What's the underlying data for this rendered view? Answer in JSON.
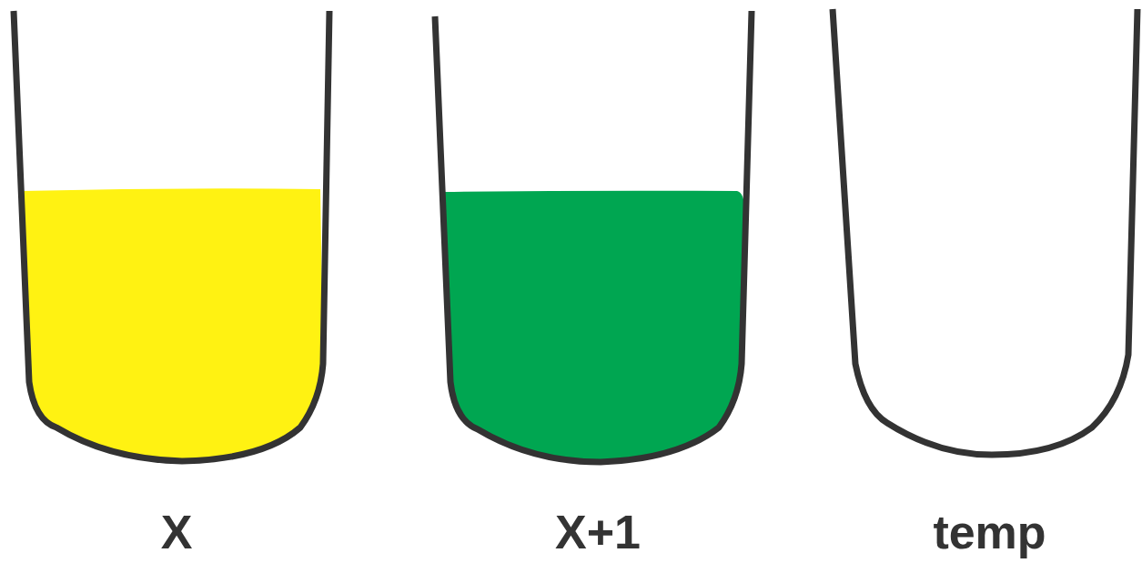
{
  "diagram": {
    "nodes": [
      {
        "text": [
          "X"
        ]
      },
      {
        "text": [
          "X+1"
        ]
      },
      {
        "text": [
          "temp"
        ]
      }
    ]
  }
}
